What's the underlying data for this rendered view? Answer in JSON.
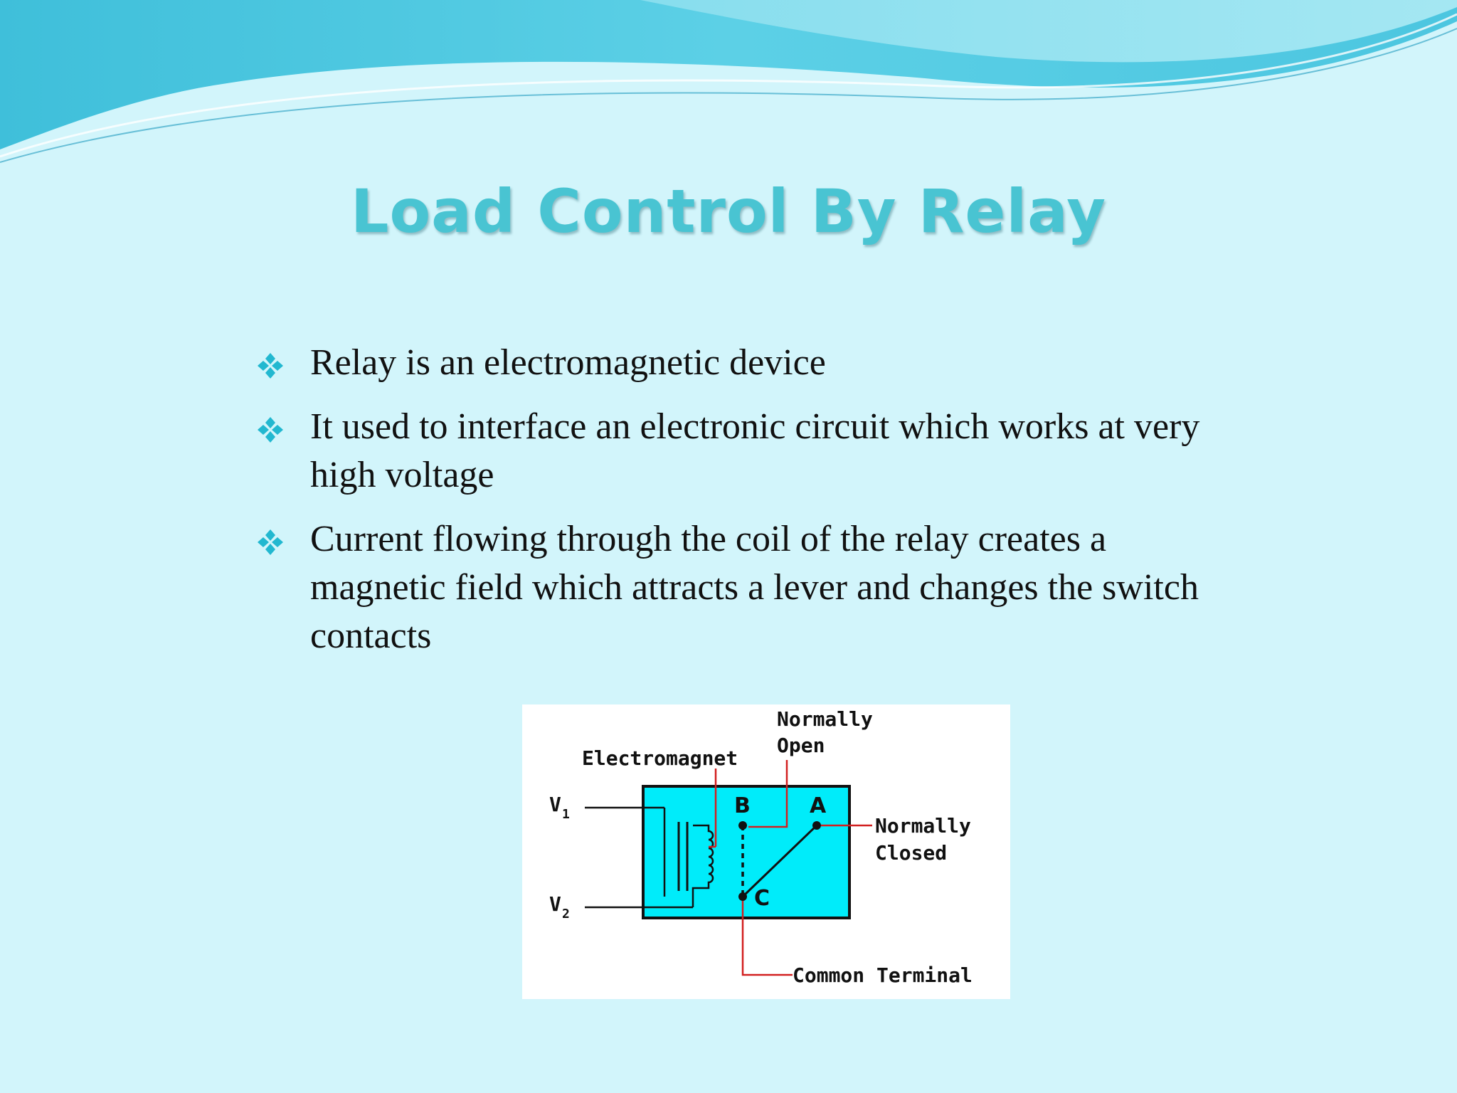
{
  "slide": {
    "title": "Load Control By Relay",
    "bullet_icon": "four-diamond-bullet-icon",
    "bullets": [
      "Relay is an electromagnetic device",
      "It used to interface an electronic circuit which works at very high voltage",
      "Current flowing through the coil of the relay creates a magnetic field which attracts a lever and changes the switch contacts"
    ]
  },
  "diagram": {
    "labels": {
      "normally_open_1": "Normally",
      "normally_open_2": "Open",
      "electromagnet": "Electromagnet",
      "normally_closed_1": "Normally",
      "normally_closed_2": "Closed",
      "common_terminal": "Common Terminal",
      "v1": "V",
      "v1_sub": "1",
      "v2": "V",
      "v2_sub": "2",
      "node_a": "A",
      "node_b": "B",
      "node_c": "C"
    },
    "colors": {
      "relay_body": "#00ecfa",
      "leader_line": "#d22020",
      "wire": "#111111"
    }
  },
  "colors": {
    "background": "#d2f5fb",
    "title": "#49c4d2",
    "bullet_icon": "#22b8d0"
  }
}
